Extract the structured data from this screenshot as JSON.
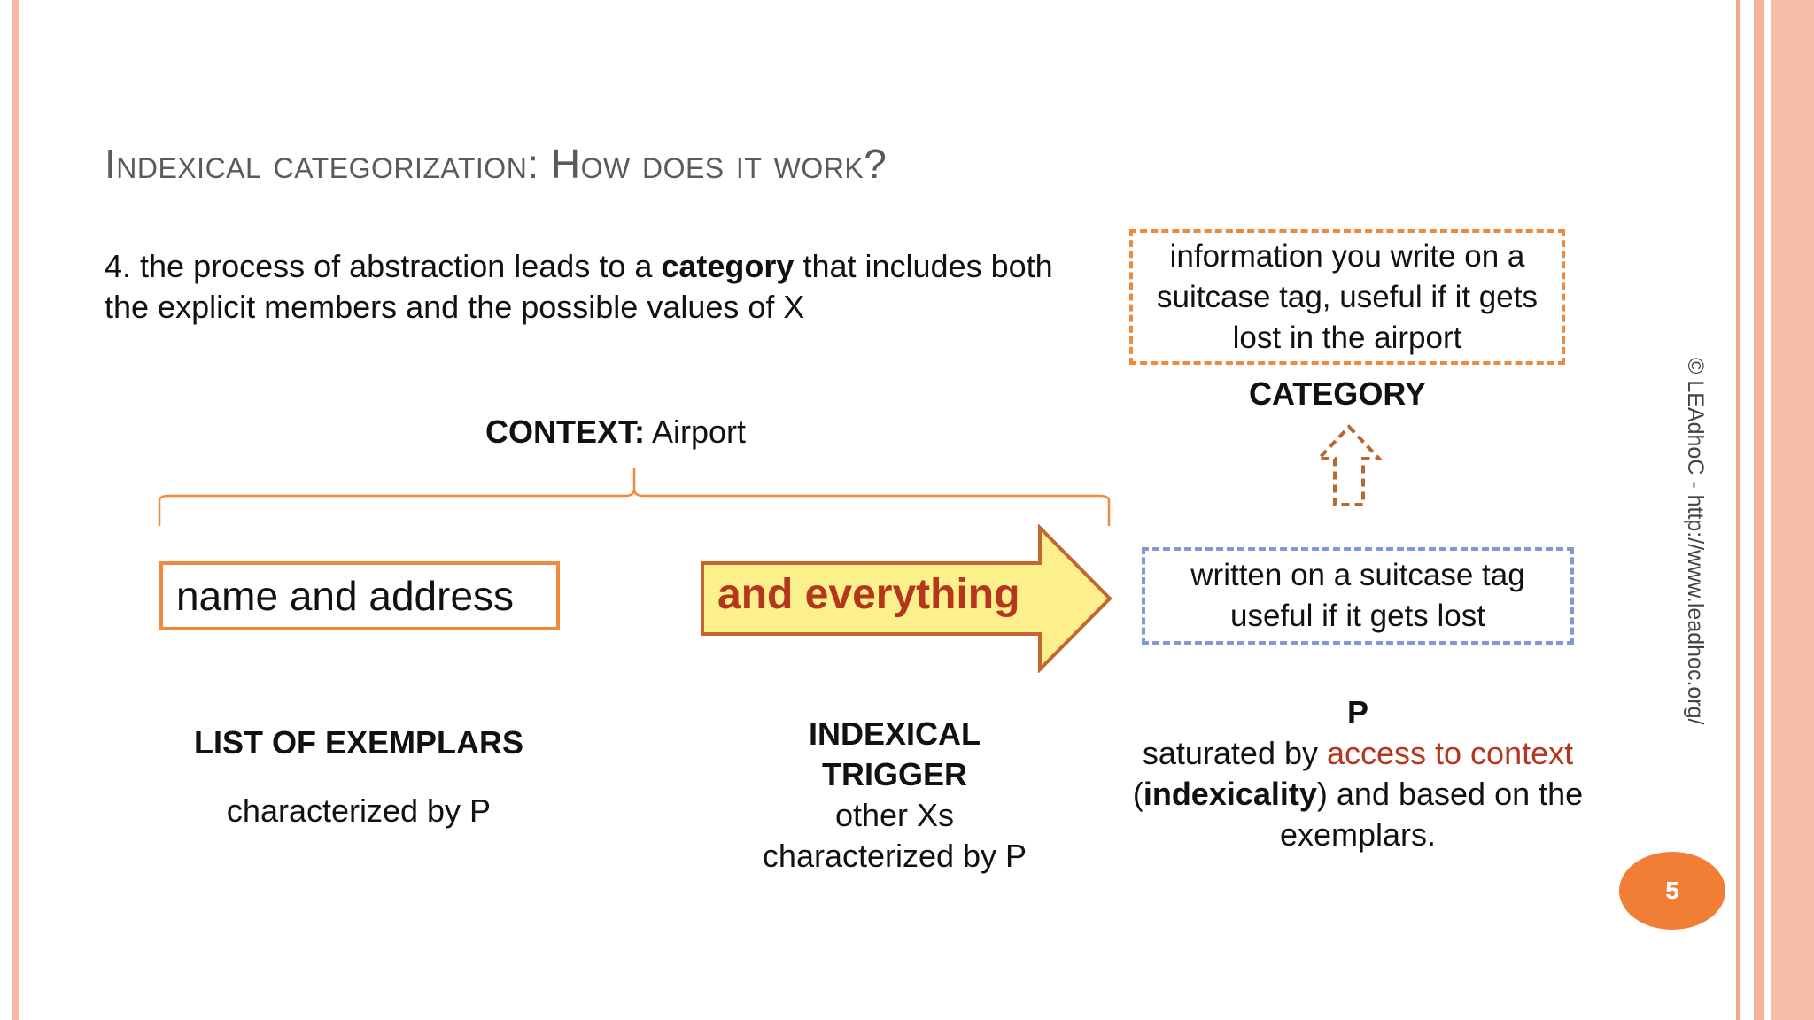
{
  "title": "Indexical categorization: How does it work?",
  "intro": {
    "prefix": "4. the process of abstraction leads to a ",
    "bold": "category",
    "suffix": " that includes both the explicit members and the possible values of X"
  },
  "category_box": {
    "text": "information you write on a suitcase tag, useful if it gets lost in the airport",
    "label": "CATEGORY"
  },
  "context": {
    "label": "CONTEXT:",
    "value": "Airport"
  },
  "exemplar_box": "name and address",
  "trigger_box": "and everything",
  "p_box": "written on a suitcase tag useful if it gets lost",
  "columns": {
    "exemplars": {
      "heading": "LIST OF EXEMPLARS",
      "body": "characterized by P"
    },
    "trigger": {
      "heading_line1": "INDEXICAL",
      "heading_line2": "TRIGGER",
      "body_line1": "other Xs",
      "body_line2": "characterized by P"
    },
    "p": {
      "heading": "P",
      "part1": "saturated by ",
      "part2_red": "access to context",
      "part3": " (",
      "part4_bold": "indexicality",
      "part5": ") and based on the exemplars."
    }
  },
  "copyright": "© LEAdhoC - http://www.leadhoc.org/",
  "page_number": "5",
  "colors": {
    "accent_orange": "#ef8a3c",
    "trigger_fill": "#fcf08c",
    "trigger_text": "#b5361d",
    "dashed_blue": "#7f9bd0",
    "page_badge": "#f07f35"
  }
}
